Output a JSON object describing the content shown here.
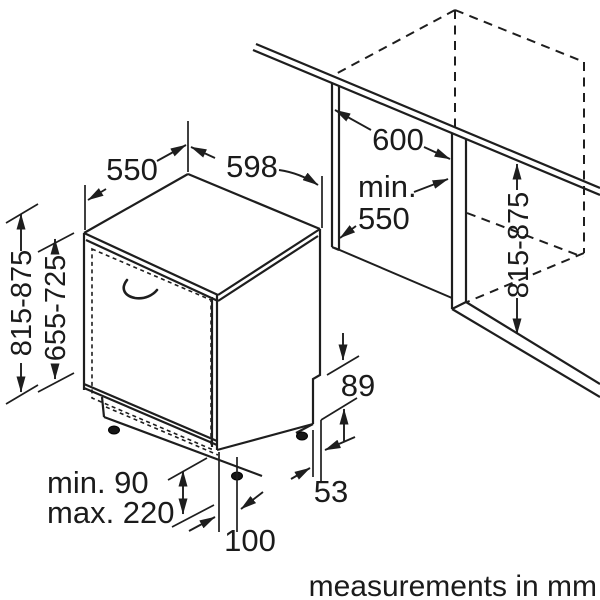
{
  "diagram": {
    "caption": "measurements in mm",
    "dimensions": {
      "top_width": "550",
      "top_depth": "598",
      "niche_width": "600",
      "niche_depth_prefix": "min.",
      "niche_depth_value": "550",
      "niche_height": "815-875",
      "appliance_height": "815-875",
      "door_panel_height": "655-725",
      "plinth_min": "min. 90",
      "plinth_max": "max. 220",
      "foot_inset": "100",
      "rear_base_height": "89",
      "rear_base_depth": "53"
    }
  }
}
